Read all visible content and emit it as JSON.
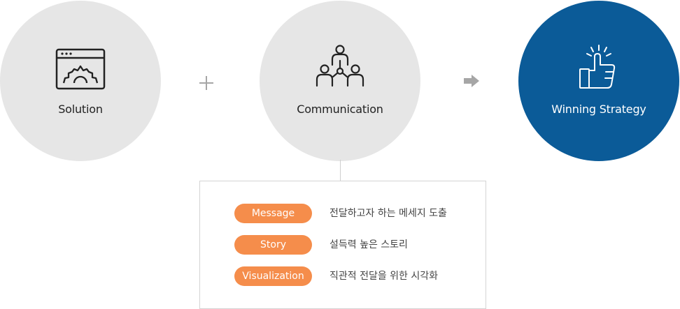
{
  "steps": [
    {
      "label": "Solution",
      "icon": "browser-gear-icon"
    },
    {
      "label": "Communication",
      "icon": "people-network-icon"
    },
    {
      "label": "Winning Strategy",
      "icon": "thumbs-up-icon"
    }
  ],
  "operators": {
    "plus": "+",
    "arrow": "arrow-right-icon"
  },
  "details": [
    {
      "tag": "Message",
      "text": "전달하고자 하는 메세지 도출"
    },
    {
      "tag": "Story",
      "text": "설득력 높은 스토리"
    },
    {
      "tag": "Visualization",
      "text": "직관적 전달을 위한 시각화"
    }
  ],
  "colors": {
    "circle_gray": "#e6e6e6",
    "circle_blue": "#0b5b98",
    "pill_orange": "#f58d4b",
    "operator_gray": "#a6a6a6"
  }
}
